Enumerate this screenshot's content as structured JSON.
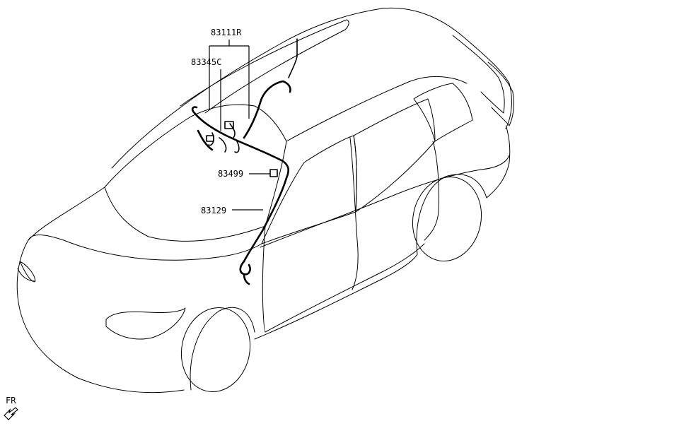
{
  "callouts": {
    "p83111r": "83111R",
    "p83345c": "83345C",
    "p83499": "83499",
    "p83129": "83129"
  },
  "orientation": {
    "label": "FR",
    "icon": "front-direction-arrow-icon"
  }
}
